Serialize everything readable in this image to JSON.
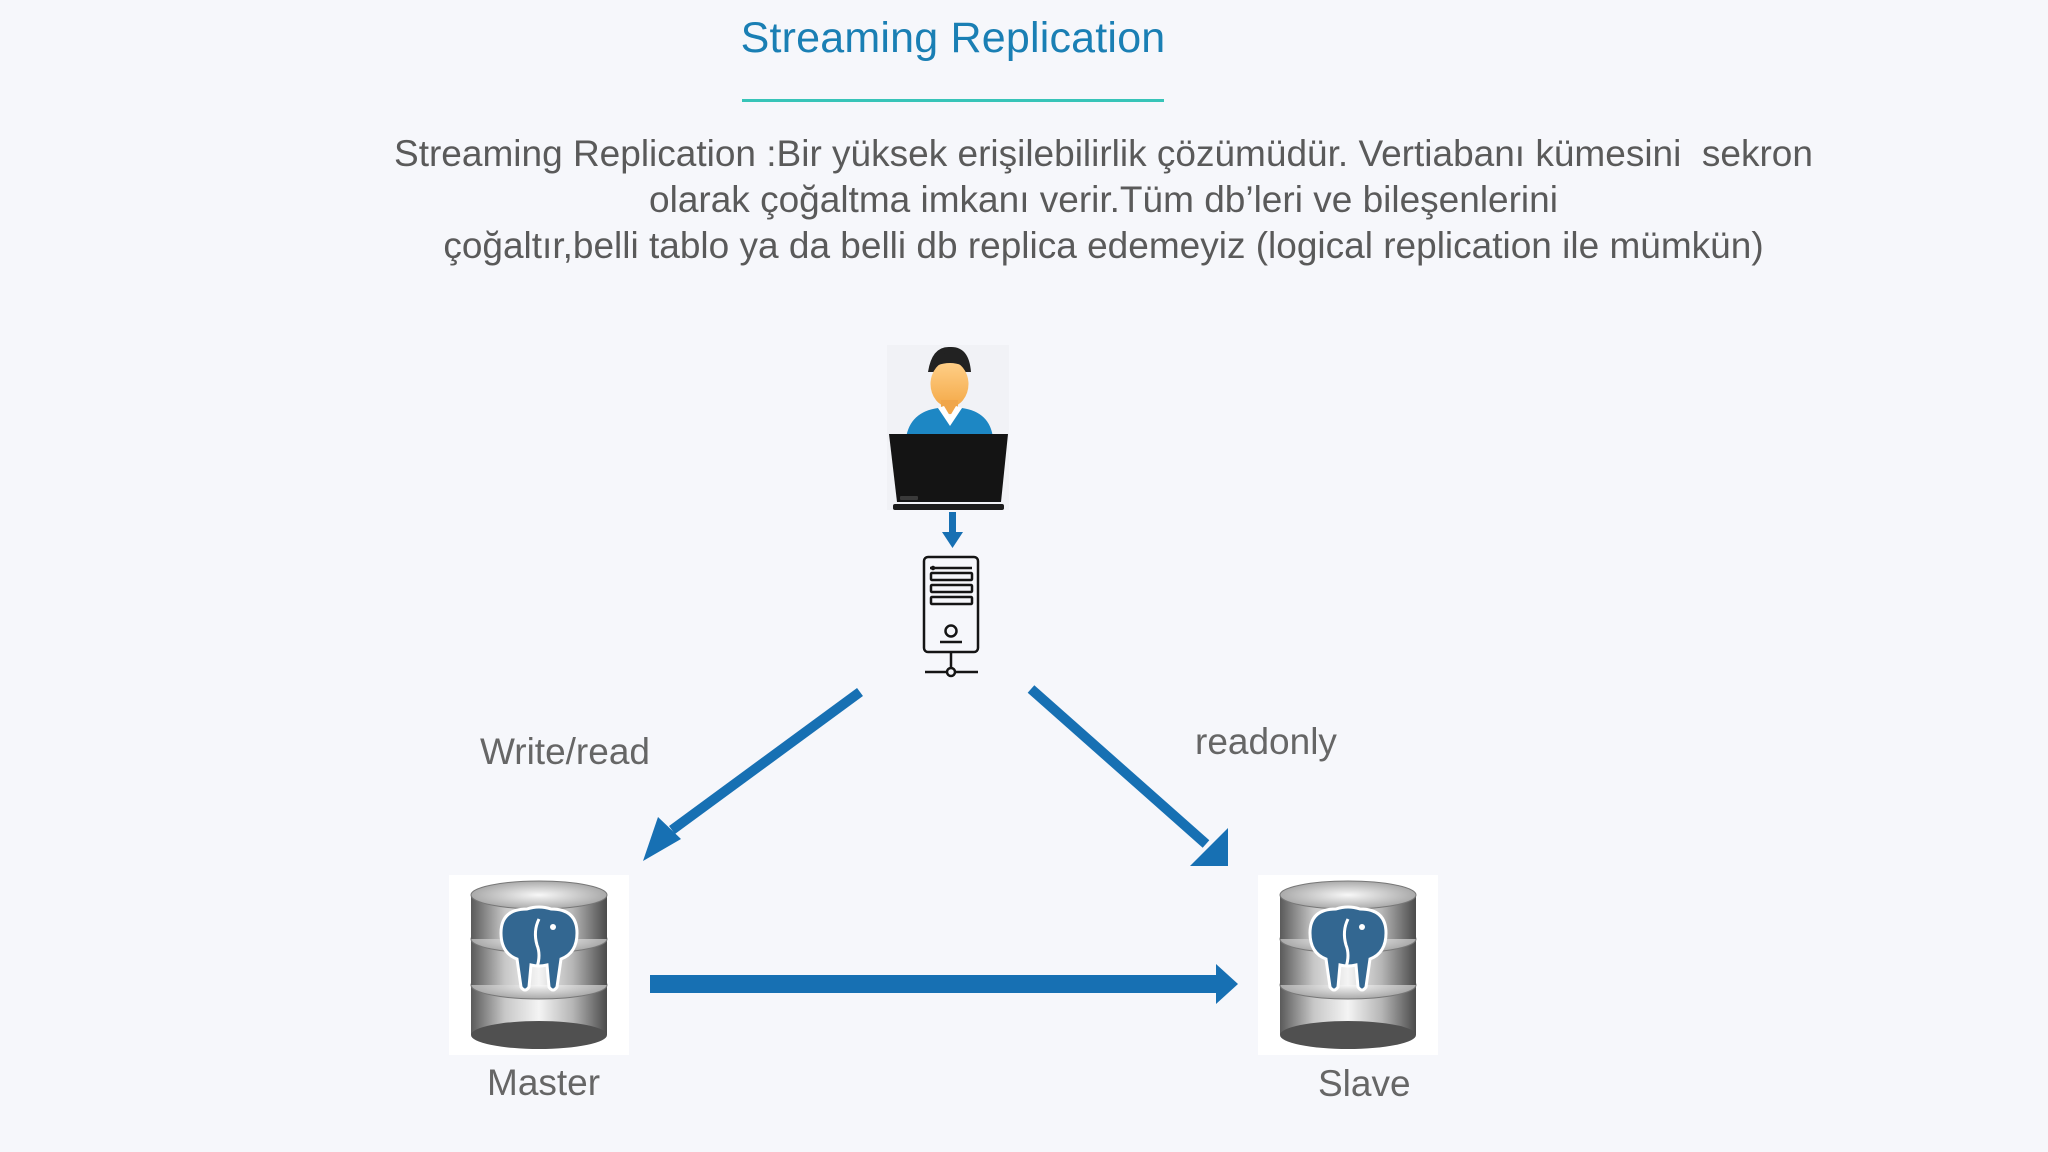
{
  "title": "Streaming Replication",
  "description": {
    "line1": "Streaming Replication :Bir yüksek erişilebilirlik çözümüdür. Vertiabanı kümesini  sekron",
    "line2": "olarak çoğaltma imkanı verir.Tüm db’leri ve bileşenlerini",
    "line3": "çoğaltır,belli tablo ya da belli db replica edemeyiz (logical replication ile mümkün)"
  },
  "diagram": {
    "write_label": "Write/read",
    "readonly_label": "readonly",
    "master_label": "Master",
    "slave_label": "Slave",
    "icons": {
      "user": "user-laptop-icon",
      "server": "server-icon",
      "database": "postgresql-database-icon"
    },
    "colors": {
      "arrow": "#1770b3",
      "title": "#1a7fb4",
      "rule": "#37c4b8",
      "text": "#5a5a5a"
    }
  }
}
